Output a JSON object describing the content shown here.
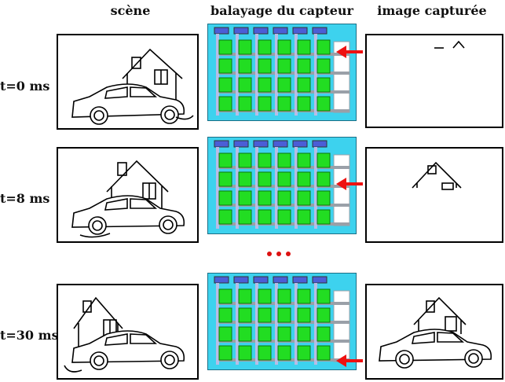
{
  "headers": {
    "scene": "scène",
    "sensor": "balayage du capteur",
    "captured": "image capturée"
  },
  "rows": [
    {
      "time": "t=0 ms",
      "scan_row": 1
    },
    {
      "time": "t=8 ms",
      "scan_row": 2
    },
    {
      "time": "t=30 ms",
      "scan_row": 4
    }
  ],
  "colors": {
    "sensor_bg": "#3dd2ee",
    "pixel": "#22dd22",
    "column_top": "#4b5ed6",
    "column": "#b7bde6",
    "frame": "#9aa0a8",
    "arrow": "#ee1111",
    "ellipsis": "#dd1111"
  },
  "icons": [
    "car-house-scene",
    "red-arrow",
    "ellipsis-dots"
  ]
}
